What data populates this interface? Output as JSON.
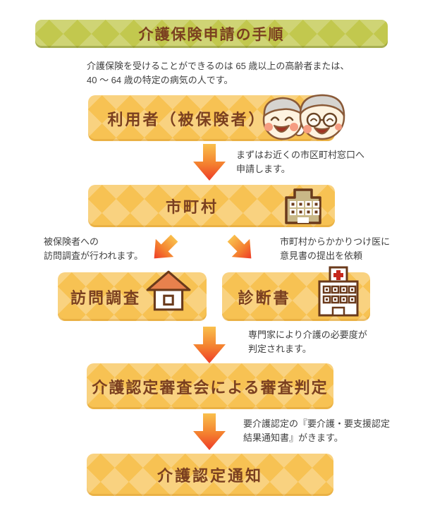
{
  "title": "介護保険申請の手順",
  "intro": "介護保険を受けることができるのは 65 歳以上の高齢者または、\n40 ～ 64 歳の特定の病気の人です。",
  "boxes": {
    "user": "利用者（被保険者）",
    "municipality": "市町村",
    "visit": "訪問調査",
    "diagnosis": "診断書",
    "review": "介護認定審査会による審査判定",
    "notice": "介護認定通知"
  },
  "annotations": {
    "apply": "まずはお近くの市区町村窓口へ\n申請します。",
    "visit": "被保険者への\n訪問調査が行われます。",
    "doctor": "市町村からかかりつけ医に\n意見書の提出を依頼",
    "review": "専門家により介護の必要度が\n判定されます。",
    "notice": "要介護認定の『要介護・要支援認定\n結果通知書』がきます。"
  },
  "icons": {
    "couple": "elderly-couple-icon",
    "municipality": "city-hall-icon",
    "visit": "house-icon",
    "diagnosis": "hospital-icon",
    "flow": "down-arrow-icon"
  },
  "colors": {
    "title_bg": "#c2c84e",
    "box_bg": "#f7c253",
    "box_text": "#7b4020",
    "arrow_gradient_top": "#f9c04d",
    "arrow_gradient_bottom": "#ee3b28",
    "annotation_text": "#404040",
    "icon_outline": "#6a3a1b",
    "roof_orange": "#e8814d",
    "cross_red": "#c6281c",
    "building_tan": "#c9b887"
  }
}
